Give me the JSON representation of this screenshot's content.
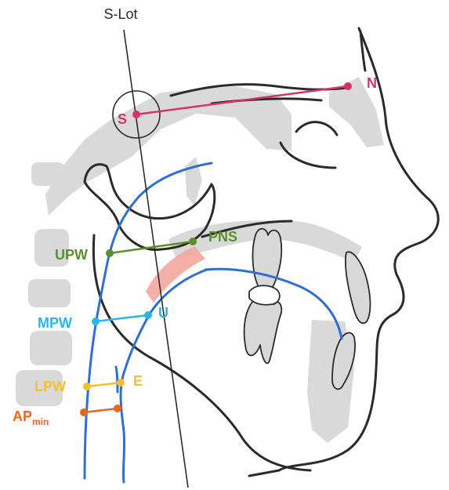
{
  "diagram": {
    "reference_line_label": "S-Lot",
    "points": {
      "S": "S",
      "N": "N",
      "PNS": "PNS",
      "U": "U",
      "E": "E"
    },
    "measurements": {
      "upw": "UPW",
      "mpw": "MPW",
      "lpw": "LPW",
      "apmin_main": "AP",
      "apmin_sub": "min"
    },
    "colors": {
      "sn_line": "#d6336c",
      "upw": "#5b8f2e",
      "mpw": "#2ab7e8",
      "lpw": "#f2c12e",
      "apmin": "#e8661e",
      "airway": "#2f6fd0",
      "soft_palate": "#f2a7a0",
      "bone_shadow": "#d6d6d6",
      "outline": "#2b2b2b"
    }
  }
}
